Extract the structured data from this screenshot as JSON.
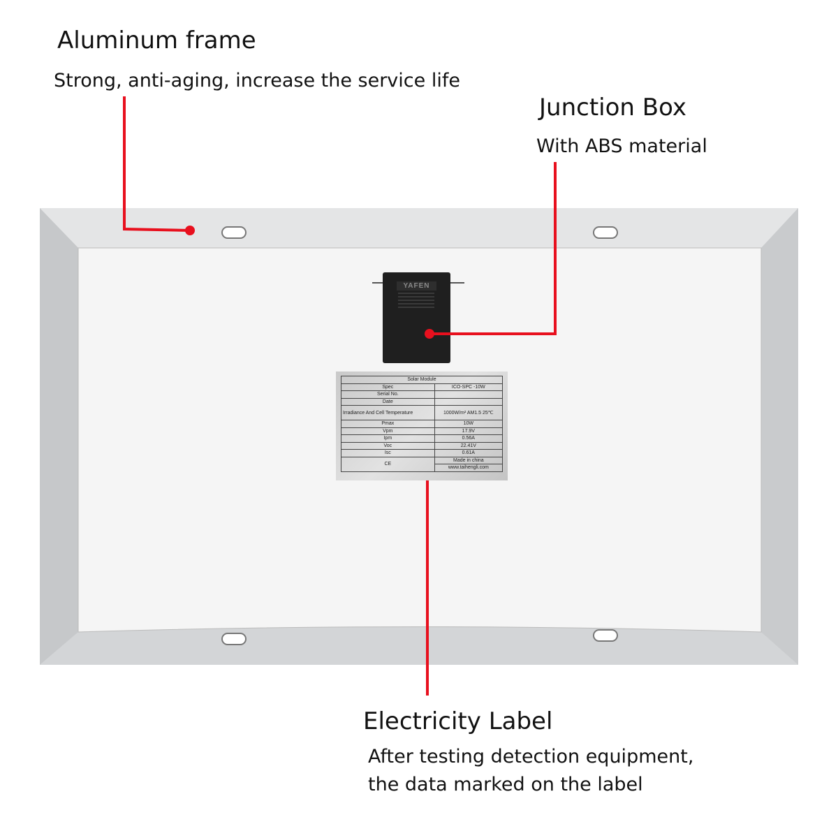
{
  "callouts": {
    "frame": {
      "title": "Aluminum frame",
      "desc": "Strong, anti-aging, increase the service life"
    },
    "junction": {
      "title": "Junction Box",
      "desc": "With ABS material"
    },
    "label": {
      "title": "Electricity Label",
      "desc_line1": "After testing detection equipment,",
      "desc_line2": "the data marked on the label"
    }
  },
  "junction_box_brand": "YAFEN",
  "spec_label": {
    "title": "Solar Module",
    "rows": [
      {
        "k": "Spec",
        "v": "ICO-SPC -10W"
      },
      {
        "k": "Serial No.",
        "v": ""
      },
      {
        "k": "Date",
        "v": ""
      },
      {
        "k": "Irradiance And Cell Temperature",
        "v": "1000W/m² AM1.5 25℃"
      },
      {
        "k": "Pmax",
        "v": "10W"
      },
      {
        "k": "Vpm",
        "v": "17.9V"
      },
      {
        "k": "Ipm",
        "v": "0.56A"
      },
      {
        "k": "Voc",
        "v": "22.41V"
      },
      {
        "k": "Isc",
        "v": "0.61A"
      }
    ],
    "ce": "CE",
    "made_in": "Made in china",
    "website": "www.taihengli.com"
  },
  "colors": {
    "pointer": "#e8101e",
    "frame": "#d4d6d8",
    "panel": "#f4f4f4",
    "box": "#1e1e1e"
  }
}
